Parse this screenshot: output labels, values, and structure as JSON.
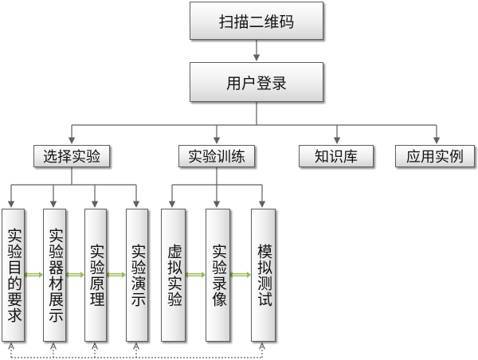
{
  "nodes": {
    "scan": "扫描二维码",
    "login": "用户登录",
    "select_experiment": "选择实验",
    "experiment_training": "实验训练",
    "knowledge_base": "知识库",
    "application_examples": "应用实例",
    "purpose": "实验目的要求",
    "equipment": "实验器材展示",
    "principle": "实验原理",
    "demo": "实验演示",
    "virtual": "虚拟实验",
    "video": "实验录像",
    "simulation_test": "模拟测试"
  },
  "colors": {
    "border": "#5f5f5f",
    "connector": "#5f5f5f",
    "double_arrow": "#9bbb59"
  }
}
